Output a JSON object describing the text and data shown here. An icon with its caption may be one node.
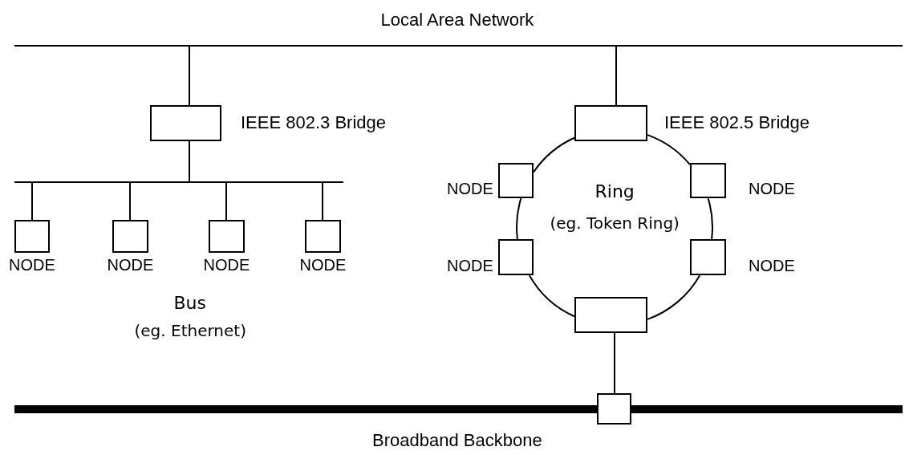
{
  "diagram": {
    "nodes": [
      {
        "text": [
          "Local Area Network"
        ]
      },
      {
        "text": [],
        "shape": "box",
        "beside": [
          "IEEE 802.3 Bridge"
        ]
      },
      {
        "text": [],
        "shape": "bar"
      },
      {
        "text": [],
        "shape": "box",
        "beside": [
          "NODE"
        ]
      },
      {
        "text": [],
        "shape": "box",
        "beside": [
          "NODE"
        ]
      },
      {
        "text": [],
        "shape": "box",
        "beside": [
          "NODE"
        ]
      },
      {
        "text": [],
        "shape": "box",
        "beside": [
          "NODE"
        ]
      },
      {
        "text": [],
        "shape": "box",
        "beside": [
          "IEEE 802.5 Bridge"
        ]
      },
      {
        "text": [],
        "shape": "box",
        "beside": [
          "NODE"
        ]
      },
      {
        "text": [],
        "shape": "box",
        "beside": [
          "NODE"
        ]
      },
      {
        "text": [],
        "shape": "box",
        "beside": [
          "NODE"
        ]
      },
      {
        "text": [],
        "shape": "box",
        "beside": [
          "NODE"
        ]
      },
      {
        "text": [],
        "shape": "box"
      },
      {
        "text": [
          "Broadband Backbone"
        ]
      },
      {
        "text": [],
        "shape": "box"
      }
    ],
    "edges": [
      {
        "from": 0,
        "to": 1,
        "arrow": "none"
      },
      {
        "from": 1,
        "to": 2,
        "arrow": "none"
      },
      {
        "from": 2,
        "to": 3,
        "arrow": "none"
      },
      {
        "from": 2,
        "to": 4,
        "arrow": "none"
      },
      {
        "from": 2,
        "to": 5,
        "arrow": "none"
      },
      {
        "from": 2,
        "to": 6,
        "arrow": "none"
      },
      {
        "from": 0,
        "to": 7,
        "arrow": "none"
      },
      {
        "from": 7,
        "to": 9,
        "arrow": "none"
      },
      {
        "from": 9,
        "to": 11,
        "arrow": "none"
      },
      {
        "from": 11,
        "to": 12,
        "arrow": "none"
      },
      {
        "from": 12,
        "to": 10,
        "arrow": "none"
      },
      {
        "from": 10,
        "to": 8,
        "arrow": "none"
      },
      {
        "from": 8,
        "to": 7,
        "arrow": "none"
      },
      {
        "from": 12,
        "to": 14,
        "arrow": "none"
      }
    ],
    "labels": [
      "Ring",
      "(eg. Token Ring)",
      "Bus",
      "(eg. Ethernet)"
    ]
  }
}
